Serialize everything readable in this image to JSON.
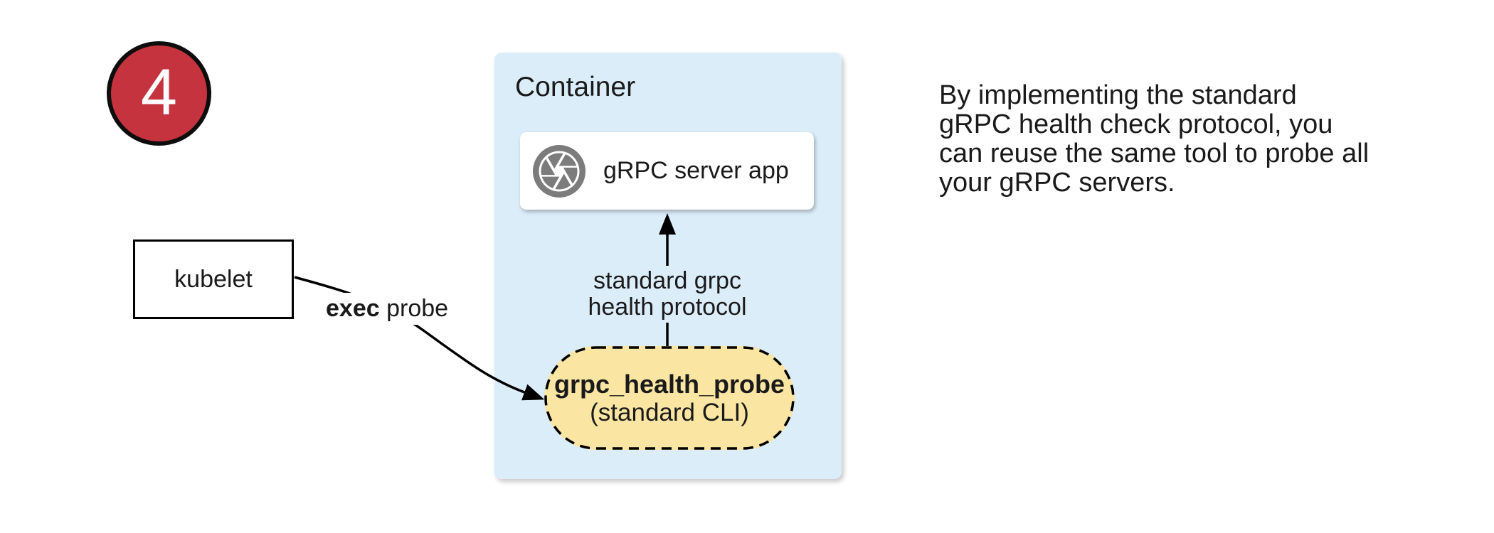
{
  "step_number": "4",
  "kubelet_label": "kubelet",
  "exec_probe_label": {
    "bold": "exec",
    "rest": " probe"
  },
  "container": {
    "title": "Container",
    "server_box_label": "gRPC server app",
    "server_box_icon": "camera-shutter-icon",
    "protocol_label": "standard grpc\nhealth protocol",
    "probe_name": "grpc_health_probe",
    "probe_subtitle": "(standard CLI)"
  },
  "caption": "By implementing the standard\ngRPC health check protocol, you\ncan reuse the same tool to probe all\nyour gRPC servers.",
  "colors": {
    "step_red": "#C5333E",
    "container_blue": "#DCEDFA",
    "probe_yellow": "#FAE5A2",
    "icon_gray": "#7C7C7C",
    "ink": "#1a1a1a"
  }
}
